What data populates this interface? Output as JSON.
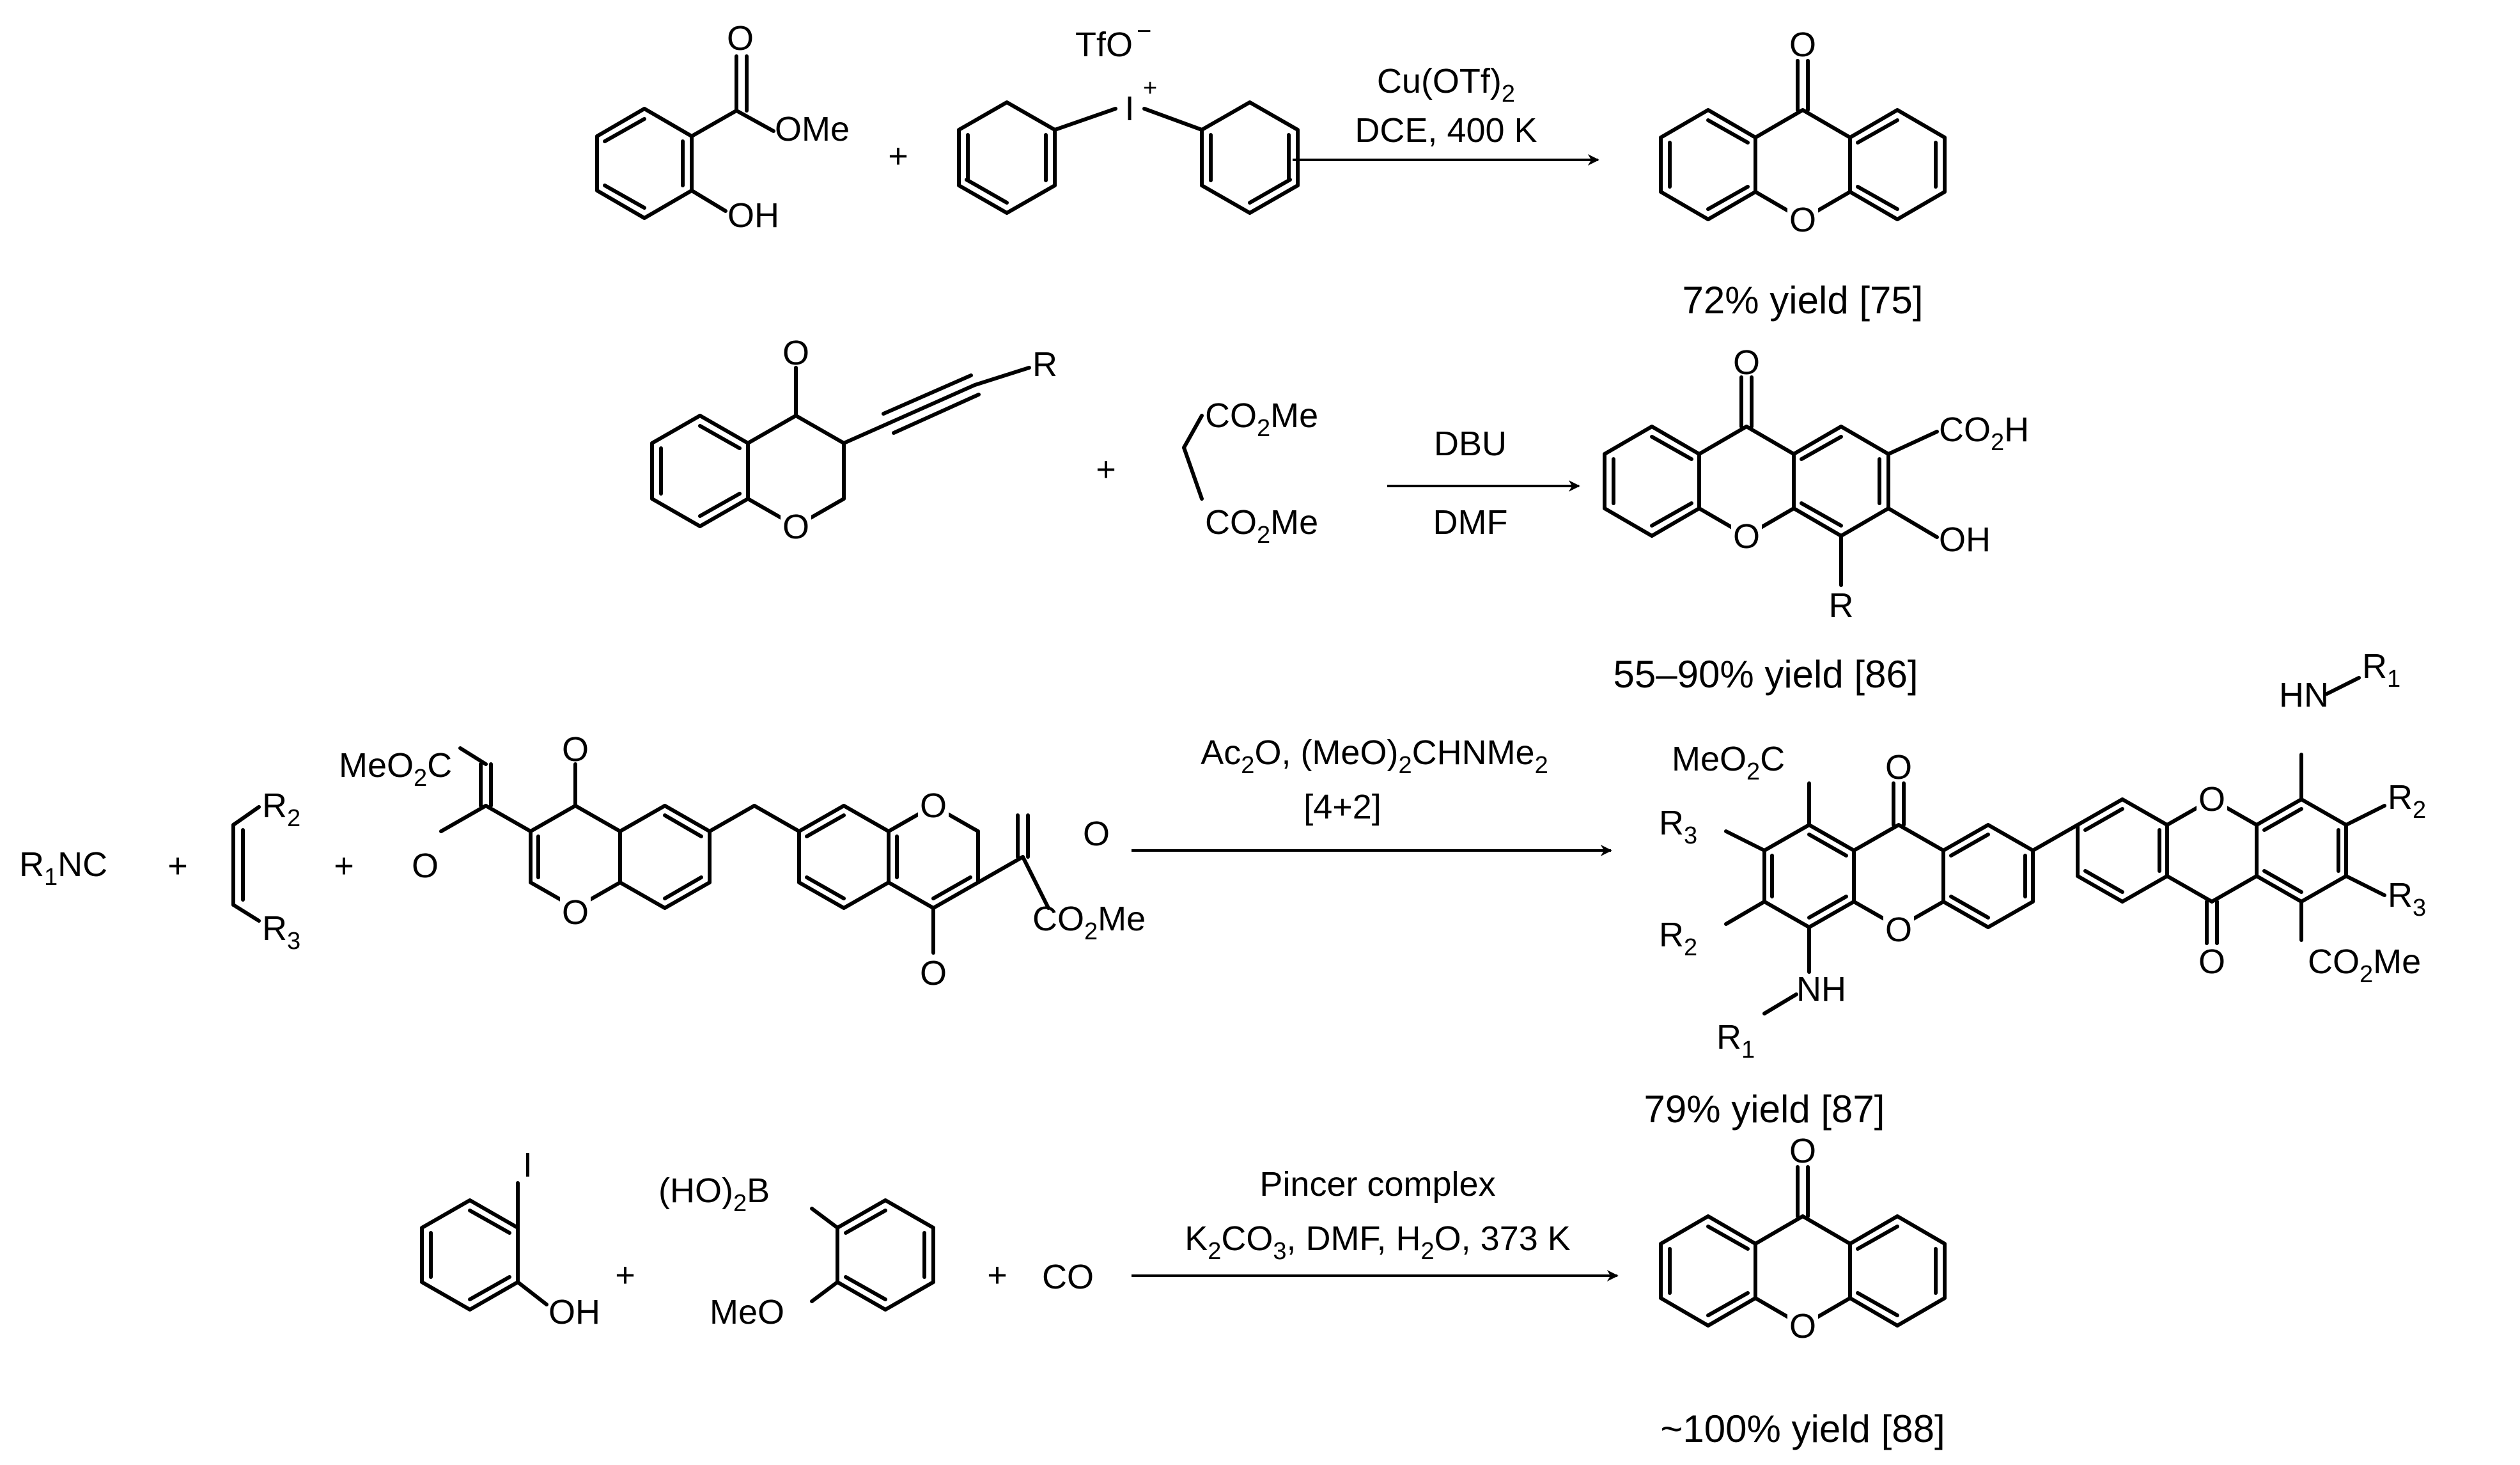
{
  "reaction_1": {
    "reactant_a": {
      "ester": "OMe",
      "hydroxyl": "OH"
    },
    "plus_1": "+",
    "reactant_b": {
      "counterion": "TfO",
      "counterion_charge": "−",
      "iodine": "I",
      "iodine_charge": "+"
    },
    "reagent": {
      "catalyst": "Cu(OTf)",
      "catalyst_sub": "2"
    },
    "conditions": "DCE, 400 K",
    "product": {
      "carbonyl_o": "O",
      "ring_o": "O"
    },
    "yield": "72% yield [75]"
  },
  "reaction_2": {
    "reactant_a": {
      "carbonyl_o": "O",
      "ring_o": "O",
      "alkyne_r": "R"
    },
    "plus_1": "+",
    "reactant_b": {
      "ester_1a": "CO",
      "ester_1b": "2",
      "ester_1c": "Me",
      "ester_2a": "CO",
      "ester_2b": "2",
      "ester_2c": "Me"
    },
    "reagent": "DBU",
    "solvent": "DMF",
    "product": {
      "carbonyl_o": "O",
      "ring_o": "O",
      "acid_a": "CO",
      "acid_b": "2",
      "acid_c": "H",
      "hydroxyl": "OH",
      "r_group": "R"
    },
    "yield": "55–90% yield [86]"
  },
  "reaction_3": {
    "isonitrile": {
      "r": "R",
      "r_sub": "1",
      "nc": "NC"
    },
    "plus_1": "+",
    "alkene": {
      "r2": "R",
      "r2_sub": "2",
      "r3": "R",
      "r3_sub": "3"
    },
    "plus_2": "+",
    "bischromone": {
      "ester_left_a": "MeO",
      "ester_left_b": "2",
      "ester_left_c": "C",
      "keto_o_left": "O",
      "chromone_o_left": "O",
      "ring_o_left": "O",
      "ring_o_right": "O",
      "chromone_o_right": "O",
      "keto_o_right": "O",
      "ester_right_a": "CO",
      "ester_right_b": "2",
      "ester_right_c": "Me"
    },
    "reagent_a": "Ac",
    "reagent_b": "2",
    "reagent_c": "O, (MeO)",
    "reagent_d": "2",
    "reagent_e": "CHNMe",
    "reagent_f": "2",
    "cycloaddition": "[4+2]",
    "product": {
      "ester_left_a": "MeO",
      "ester_left_b": "2",
      "ester_left_c": "C",
      "r3_left": "R",
      "r3_left_sub": "3",
      "r2_left": "R",
      "r2_left_sub": "2",
      "nh_left": "NH",
      "r1_left": "R",
      "r1_left_sub": "1",
      "carbonyl_o_left": "O",
      "ring_o_left": "O",
      "ring_o_right": "O",
      "carbonyl_o_right": "O",
      "hn_right": "HN",
      "r1_right": "R",
      "r1_right_sub": "1",
      "r2_right": "R",
      "r2_right_sub": "2",
      "r3_right": "R",
      "r3_right_sub": "3",
      "ester_right_a": "CO",
      "ester_right_b": "2",
      "ester_right_c": "Me"
    },
    "yield": "79% yield [87]"
  },
  "reaction_4": {
    "reactant_a": {
      "iodine": "I",
      "hydroxyl": "OH"
    },
    "plus_1": "+",
    "reactant_b": {
      "boronic_a": "(HO)",
      "boronic_b": "2",
      "boronic_c": "B",
      "methoxy": "MeO"
    },
    "plus_2": "+",
    "gas": "CO",
    "catalyst": "Pincer complex",
    "cond_a": "K",
    "cond_b": "2",
    "cond_c": "CO",
    "cond_d": "3",
    "cond_e": ", DMF, H",
    "cond_f": "2",
    "cond_g": "O, 373 K",
    "product": {
      "carbonyl_o": "O",
      "ring_o": "O"
    },
    "yield": "~100% yield [88]"
  }
}
